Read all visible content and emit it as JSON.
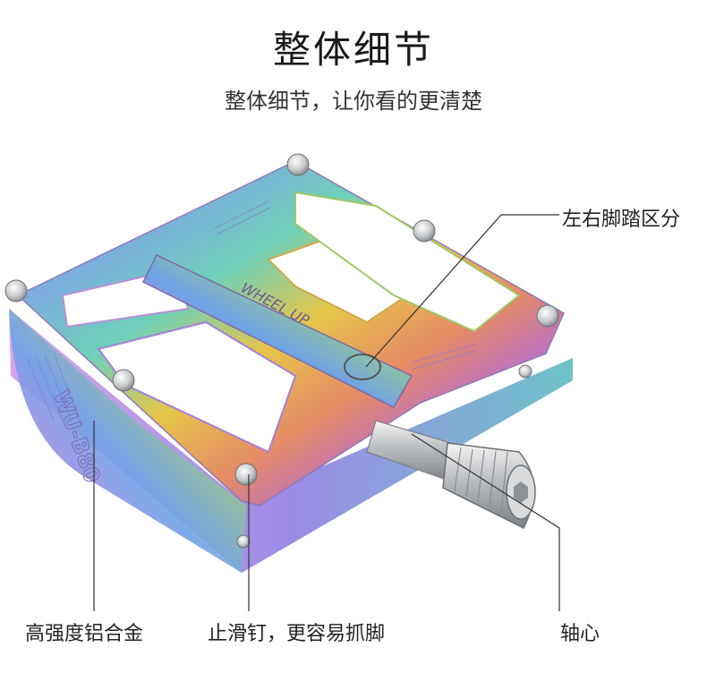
{
  "header": {
    "title": "整体细节",
    "subtitle": "整体细节，让你看的更清楚"
  },
  "product": {
    "description": "iridescent rainbow-anodized flat bicycle pedal",
    "engraved_text": "WHEEL UP",
    "side_print": "WU-B80"
  },
  "callouts": [
    {
      "id": "left-right",
      "text": "左右脚踏区分"
    },
    {
      "id": "material",
      "text": "高强度铝合金"
    },
    {
      "id": "pins",
      "text": "止滑钉，更容易抓脚"
    },
    {
      "id": "axle",
      "text": "轴心"
    }
  ],
  "colors": {
    "background": "#ffffff",
    "text": "#222222",
    "leader_line": "#333333"
  }
}
